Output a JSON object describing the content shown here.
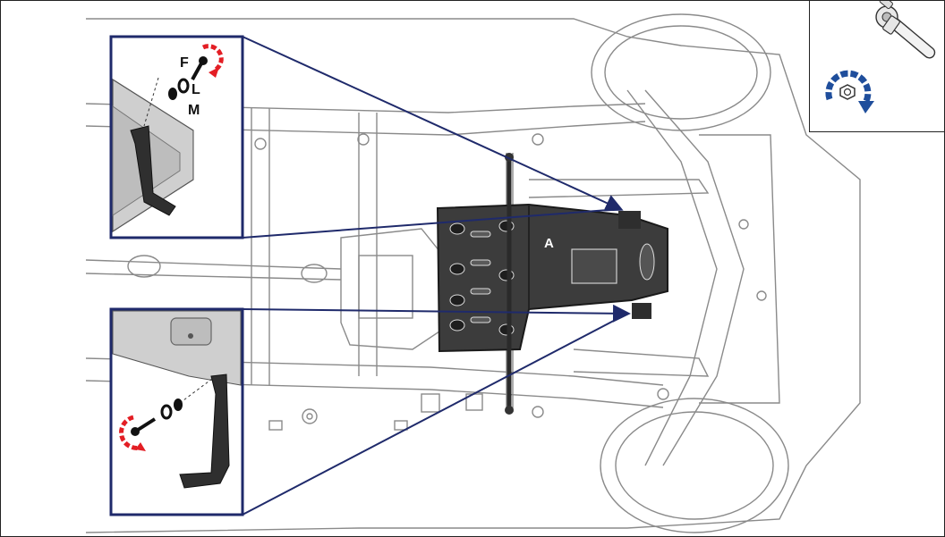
{
  "labels": {
    "part_a": "A",
    "fastener_f": "F",
    "fastener_l": "L",
    "fastener_m": "M"
  },
  "colors": {
    "callout_frame": "#1f2a6b",
    "skid_plate": "#3c3c3c",
    "rotation_arrow_red": "#e31e24",
    "rotation_arrow_blue": "#1f4e9c",
    "line_art": "#8a8a8a"
  },
  "icons": {
    "tool": "ratchet-wrench-icon",
    "rotation": "tighten-rotation-icon"
  }
}
